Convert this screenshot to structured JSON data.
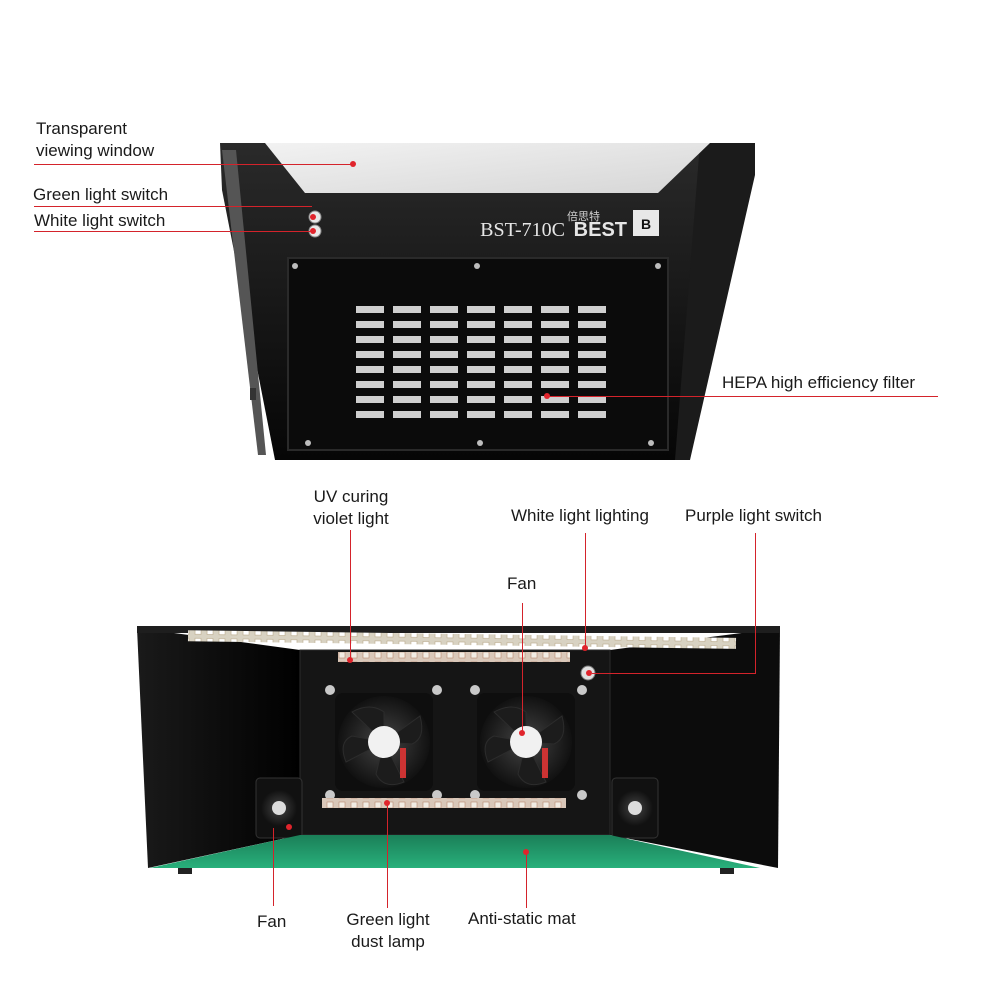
{
  "product": {
    "model": "BST-710C",
    "brand": "BEST",
    "brand_cn": "倍思特"
  },
  "top_labels": {
    "transparent_window": [
      "Transparent",
      "viewing window"
    ],
    "green_switch": "Green light switch",
    "white_switch": "White light switch",
    "hepa_filter": "HEPA high efficiency filter"
  },
  "bottom_labels": {
    "uv_light": [
      "UV curing",
      "violet light"
    ],
    "white_lighting": "White light lighting",
    "purple_switch": "Purple light switch",
    "fan_top": "Fan",
    "fan_left": "Fan",
    "green_lamp": [
      "Green light",
      "dust lamp"
    ],
    "mat": "Anti-static mat"
  },
  "colors": {
    "callout": "#d4232b",
    "case": "#121212",
    "mat": "#1f9a6a"
  }
}
